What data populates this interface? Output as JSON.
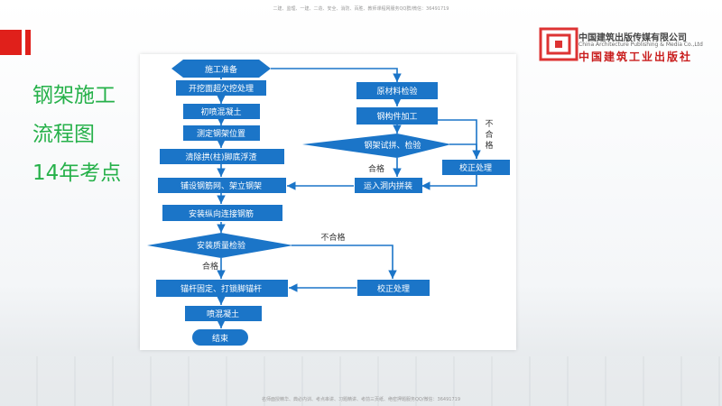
{
  "header": {
    "top_note": "二建、监理、一建、二造、安全、消防、百胜、教师课程网服务QQ群/微信：36491719",
    "bottom_note": "名师面授精华、典必内训、考点串讲、习题精讲、考前三页纸、绝密押题服务QQ/微信：36491719"
  },
  "title_lines": [
    "钢架施工",
    "流程图",
    "14年考点"
  ],
  "publisher": {
    "name_cn": "中国建筑出版传媒有限公司",
    "name_en": "China Architecture Publishing & Media Co.,Ltd",
    "name_cn2": "中国建筑工业出版社"
  },
  "flow": {
    "start": "施工准备",
    "left_steps": [
      "开挖面超欠挖处理",
      "初喷混凝土",
      "测定钢架位置",
      "清除拱(柱)脚底浮渣",
      "铺设钢筋网、架立钢架",
      "安装纵向连接钢筋"
    ],
    "right_steps": [
      "原材料检验",
      "钢构件加工"
    ],
    "decision_right": "钢架试拼、检验",
    "decision_main": "安装质量检验",
    "fix_right": "校正处理",
    "transport": "运入洞内拼装",
    "fix_main": "校正处理",
    "after_steps": [
      "锚杆固定、打锁脚锚杆",
      "喷混凝土"
    ],
    "end": "结束",
    "label_pass": "合格",
    "label_fail": "不合格",
    "label_fail_vertical": [
      "不",
      "合",
      "格"
    ]
  },
  "colors": {
    "box": "#1b75c8",
    "arrow": "#1b75c8",
    "title": "#26b14a"
  }
}
